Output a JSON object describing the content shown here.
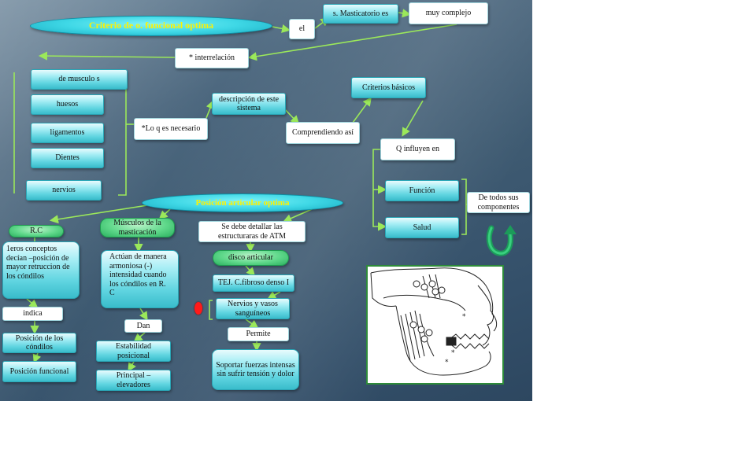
{
  "title": "Criterio de o. funcional optima",
  "nodes": {
    "el": "el",
    "masticatorio": "s. Masticatorio  es",
    "muy_complejo": "muy complejo",
    "interrelacion": "* interrelación",
    "musculos": "de musculo s",
    "huesos": "huesos",
    "ligamentos": "ligamentos",
    "dientes": "Dientes",
    "nervios": "nervios",
    "lo_q_es_necesario": "*Lo q es necesario",
    "descripcion": "descripción de este sistema",
    "comprendiendo": "Comprendiendo así",
    "criterios_basicos": "Criterios básicos",
    "q_influyen": "Q influyen en",
    "funcion": "Función",
    "salud": "Salud",
    "de_todos": "De todos sus componentes",
    "posicion_articular": "Posición articular optima",
    "rc": "R.C",
    "primeros_conceptos": "1eros conceptos decían –posición de mayor retruccion de los cóndilos",
    "indica": "indica",
    "posicion_condilos": "Posición de los cóndilos",
    "posicion_funcional": "Posición funcional",
    "musculos_masticacion": "Músculos de la masticación",
    "actuan": "Actúan de manera armoniosa (-) intensidad cuando los cóndilos en R. C",
    "dan": "Dan",
    "estabilidad": "Estabilidad posicional",
    "principal": "Principal – elevadores",
    "se_debe_detallar": "Se debe detallar las estructuraras de ATM",
    "disco_articular": "disco articular",
    "tej": "TEJ. C.fibroso denso I",
    "nervios_vasos": "Nervios y vasos sanguíneos",
    "permite": "Permite",
    "soportar": "Soportar fuerzas intensas sin sufrir tensión y dolor"
  },
  "colors": {
    "background": "#3f5b72",
    "accent_cyan": "#39bccb",
    "oval_text": "#fff200",
    "connector": "#9be85a",
    "marker": "#ff1a1a",
    "figure_border": "#2e8b3a"
  },
  "icons": [
    "u-turn-arrow-icon",
    "red-dot-marker-icon",
    "jaw-muscle-illustration"
  ]
}
